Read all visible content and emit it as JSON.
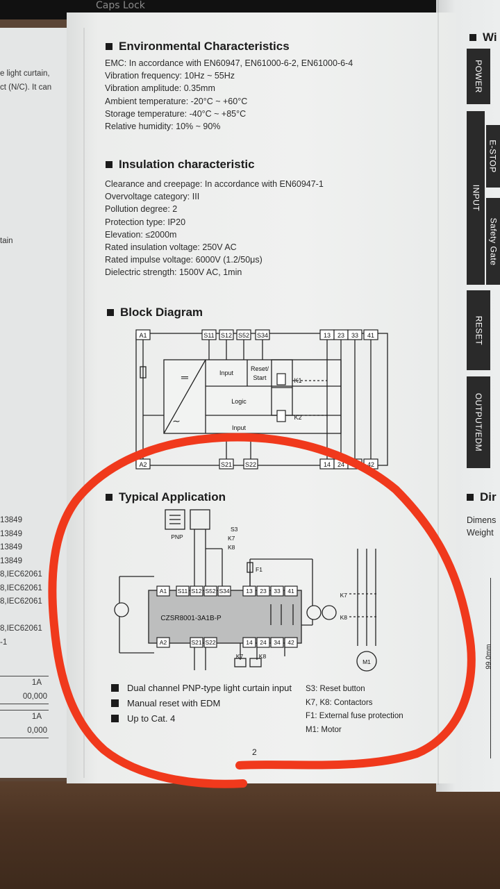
{
  "keyboard": {
    "caps_label": "Caps Lock"
  },
  "env": {
    "title": "Environmental Characteristics",
    "lines": [
      "EMC: In accordance with EN60947, EN61000-6-2, EN61000-6-4",
      "Vibration frequency: 10Hz ~ 55Hz",
      "Vibration amplitude: 0.35mm",
      "Ambient temperature: -20°C ~ +60°C",
      "Storage temperature: -40°C ~ +85°C",
      "Relative humidity: 10% ~ 90%"
    ]
  },
  "ins": {
    "title": "Insulation characteristic",
    "lines": [
      "Clearance and creepage: In accordance with EN60947-1",
      "Overvoltage category: III",
      "Pollution degree: 2",
      "Protection type: IP20",
      "Elevation: ≤2000m",
      "Rated insulation voltage: 250V AC",
      "Rated impulse voltage: 6000V (1.2/50μs)",
      "Dielectric strength: 1500V AC, 1min"
    ]
  },
  "block": {
    "title": "Block Diagram",
    "a1": "A1",
    "a2": "A2",
    "top_terms": [
      "S11",
      "S12",
      "S52",
      "S34"
    ],
    "bottom_terms": [
      "S21",
      "S22"
    ],
    "right_top": [
      "13",
      "23",
      "33",
      "41"
    ],
    "right_bottom": [
      "14",
      "24",
      "34",
      "42"
    ],
    "input": "Input",
    "reset1": "Reset/",
    "reset2": "Start",
    "logic": "Logic",
    "k1": "K1",
    "k2": "K2",
    "input_cut": "Input"
  },
  "app": {
    "title": "Typical Application",
    "pnp": "PNP",
    "s3": "S3",
    "k7": "K7",
    "k8": "K8",
    "f1": "F1",
    "a1": "A1",
    "a2": "A2",
    "top_terms": [
      "S11",
      "S12",
      "S52",
      "S34"
    ],
    "bottom_terms": [
      "S21",
      "S22"
    ],
    "right_top": [
      "13",
      "23",
      "33",
      "41"
    ],
    "right_bottom": [
      "14",
      "24",
      "34",
      "42"
    ],
    "model": "CZSR8001-3A1B-P",
    "k7r": "K7",
    "k8r": "K8",
    "m1": "M1",
    "k7b": "K7",
    "k8b": "K8"
  },
  "features": [
    "Dual channel PNP-type light curtain input",
    "Manual reset with EDM",
    "Up to Cat. 4"
  ],
  "legend": [
    "S3: Reset button",
    "K7, K8: Contactors",
    "F1: External fuse protection",
    "M1: Motor"
  ],
  "page_number": "2",
  "left_cut": {
    "top_lines": [
      "e light curtain,",
      "ct (N/C). It can"
    ],
    "mid_line": "tain",
    "std_lines": [
      "13849",
      "13849",
      "13849",
      "13849",
      "8,IEC62061",
      "8,IEC62061",
      "8,IEC62061",
      "",
      "8,IEC62061",
      "-1"
    ],
    "val_lines": [
      "1A",
      "00,000",
      "",
      "1A",
      "0,000"
    ]
  },
  "right_cut": {
    "title": "Wi",
    "tabs": [
      "POWER",
      "E-STOP",
      "INPUT",
      "Safety Gate",
      "RESET",
      "OUTPUT/EDM"
    ],
    "dim_title": "Dir",
    "dim_lines": [
      "Dimens",
      "Weight"
    ],
    "dim_value": "99.0mm"
  }
}
